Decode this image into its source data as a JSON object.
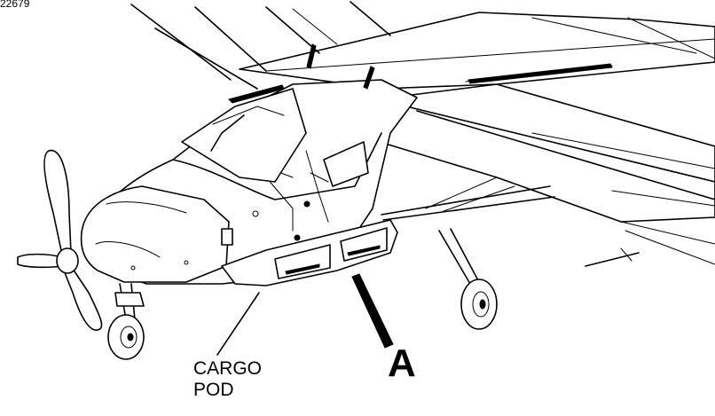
{
  "figure_code": "22679",
  "labels": {
    "cargo_pod_line1": "CARGO",
    "cargo_pod_line2": "POD",
    "callout": "A"
  }
}
